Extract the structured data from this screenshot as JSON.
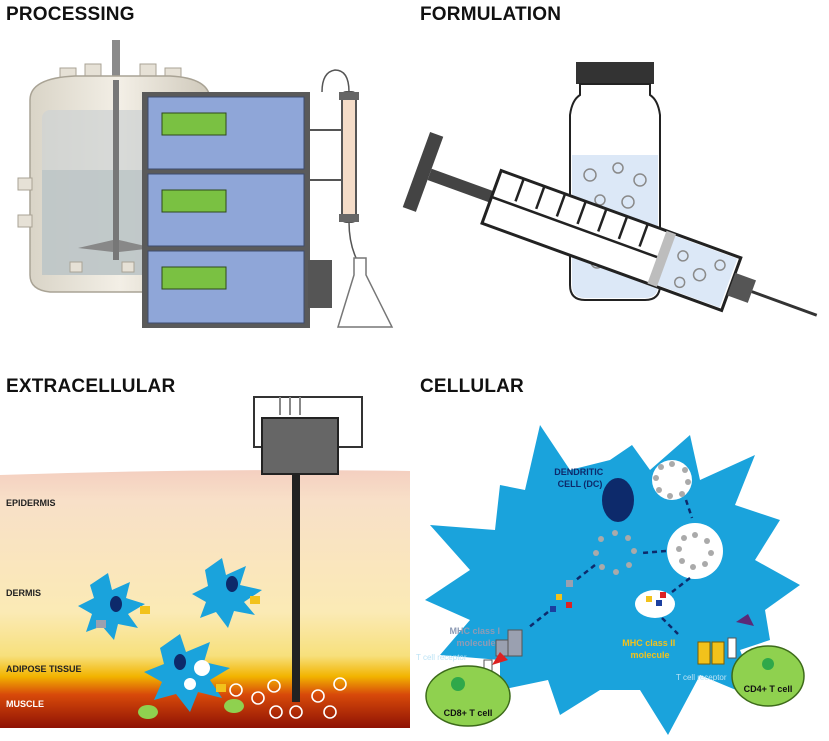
{
  "panels": {
    "processing": {
      "title": "PROCESSING"
    },
    "formulation": {
      "title": "FORMULATION"
    },
    "extracellular": {
      "title": "EXTRACELLULAR",
      "layers": {
        "epidermis": "EPIDERMIS",
        "dermis": "DERMIS",
        "adipose": "ADIPOSE TISSUE",
        "muscle": "MUSCLE"
      }
    },
    "cellular": {
      "title": "CELLULAR",
      "dendritic_cell": [
        "DENDRITIC",
        "CELL (DC)"
      ],
      "mhc1": [
        "MHC class I",
        "molecule"
      ],
      "mhc2": [
        "MHC class II",
        "molecule"
      ],
      "tcr_left": "T cell receptor",
      "tcr_right": "T cell receptor",
      "cd8": "CD8+ T cell",
      "cd4": "CD4+ T cell"
    }
  },
  "colors": {
    "panel_blue": "#8fa6d8",
    "screen_green": "#7ac142",
    "cell_blue": "#1aa3dc",
    "tcell_green": "#8fd14f",
    "mhc2_yellow": "#f2c21b",
    "mhc_text": "#8e9bb5"
  }
}
